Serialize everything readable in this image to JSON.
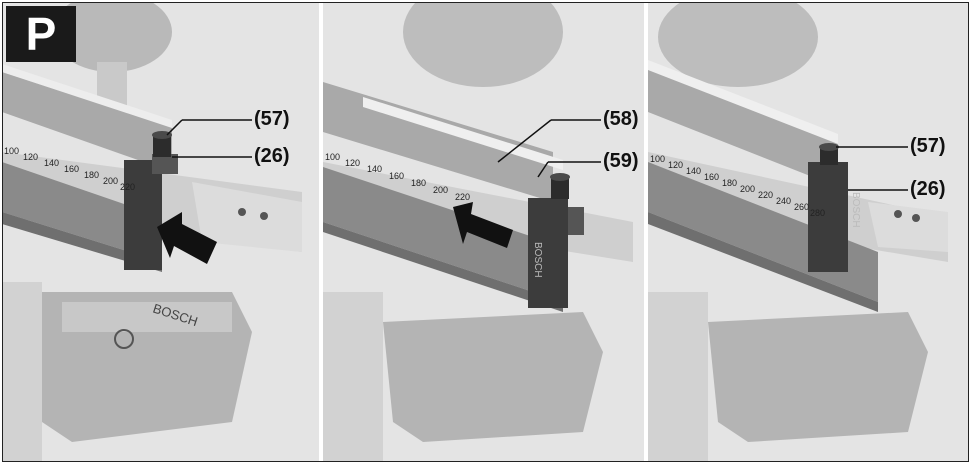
{
  "figure": {
    "badge": "P",
    "panels": [
      {
        "scale_ticks": [
          "100",
          "120",
          "140",
          "160",
          "180",
          "200",
          "220"
        ],
        "brand": "BOSCH",
        "callouts": [
          "(57)",
          "(26)"
        ]
      },
      {
        "scale_ticks": [
          "100",
          "120",
          "140",
          "160",
          "180",
          "200",
          "220"
        ],
        "brand": "BOSCH",
        "callouts": [
          "(58)",
          "(59)"
        ]
      },
      {
        "scale_ticks": [
          "100",
          "120",
          "140",
          "160",
          "180",
          "200",
          "220",
          "240",
          "260",
          "280"
        ],
        "brand": "BOSCH",
        "callouts": [
          "(57)",
          "(26)"
        ]
      }
    ]
  }
}
